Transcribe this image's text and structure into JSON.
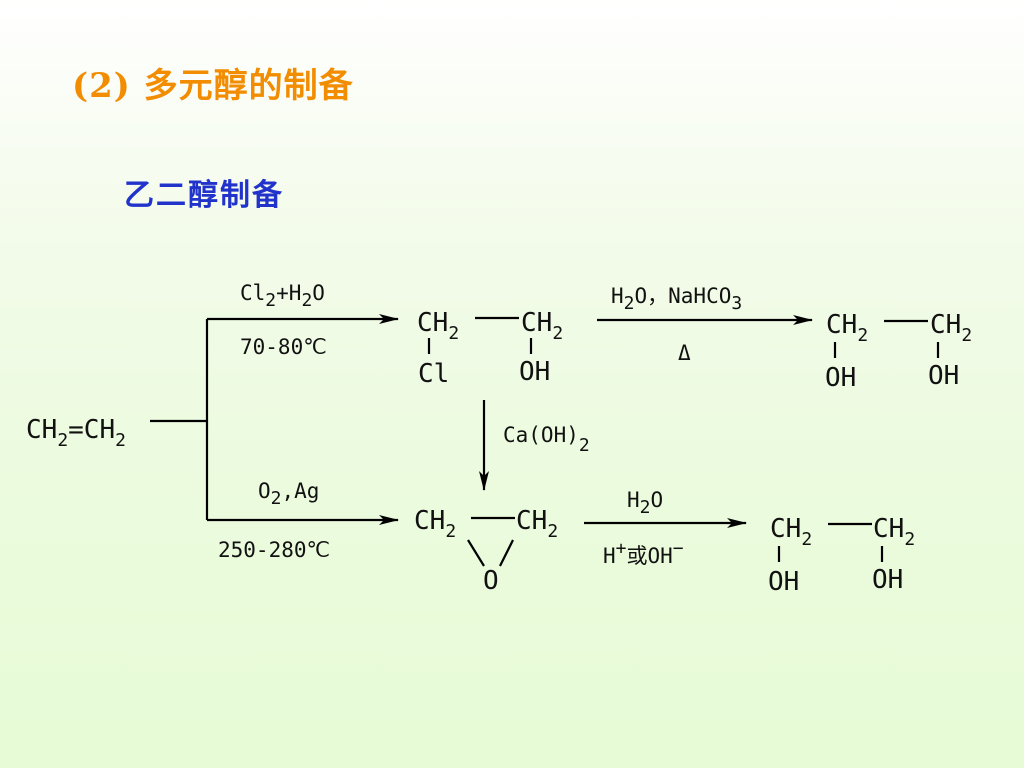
{
  "slide": {
    "title": "(2) 多元醇的制备",
    "subtitle": "乙二醇制备"
  },
  "scheme": {
    "start": {
      "ch2a": "CH",
      "sub": "2",
      "eq": "=CH"
    },
    "ch": "CH",
    "two": "2",
    "cl": "Cl",
    "oh": "OH",
    "o": "O",
    "upper_reagent": {
      "cl": "Cl",
      "sub2": "2",
      "plus_h": "+H",
      "sub2b": "2",
      "o": "O"
    },
    "upper_condition": "70-80℃",
    "upper_right_reagent": {
      "h": "H",
      "sub2": "2",
      "rest": "O，NaHCO",
      "sub3": "3"
    },
    "upper_right_condition": "Δ",
    "down_reagent": {
      "main": "Ca(OH)",
      "sub2": "2"
    },
    "lower_reagent": {
      "o": "O",
      "sub2": "2",
      "rest": ",Ag"
    },
    "lower_condition": "250-280℃",
    "lower_right_reagent": {
      "h": "H",
      "sub2": "2",
      "o": "O"
    },
    "lower_right_condition": {
      "h": "H",
      "plus": "+",
      "mid": "或OH",
      "minus": "−"
    }
  }
}
